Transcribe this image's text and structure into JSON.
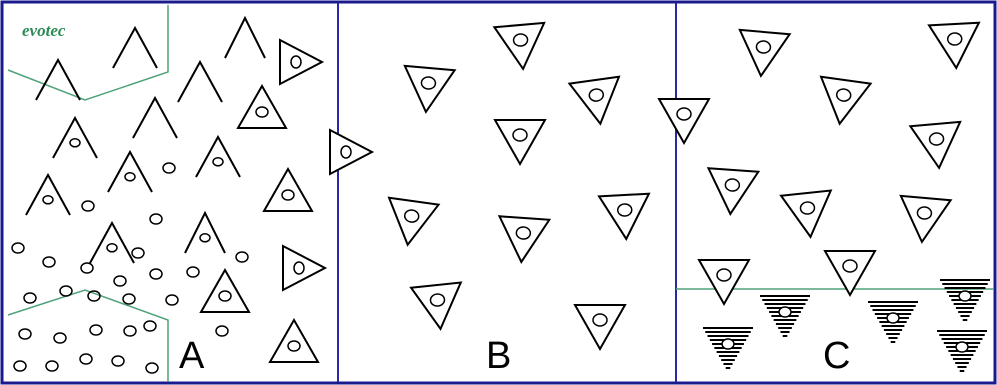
{
  "logo": {
    "text": "evotec",
    "color": "#2e8b57"
  },
  "panels": [
    {
      "label": "A"
    },
    {
      "label": "B"
    },
    {
      "label": "C"
    }
  ],
  "colors": {
    "frame": "#1a1a8c",
    "divider": "#2a2aa0",
    "region_outline": "#4fa37a",
    "cell_stroke": "#000000",
    "stripe": "#000000"
  }
}
